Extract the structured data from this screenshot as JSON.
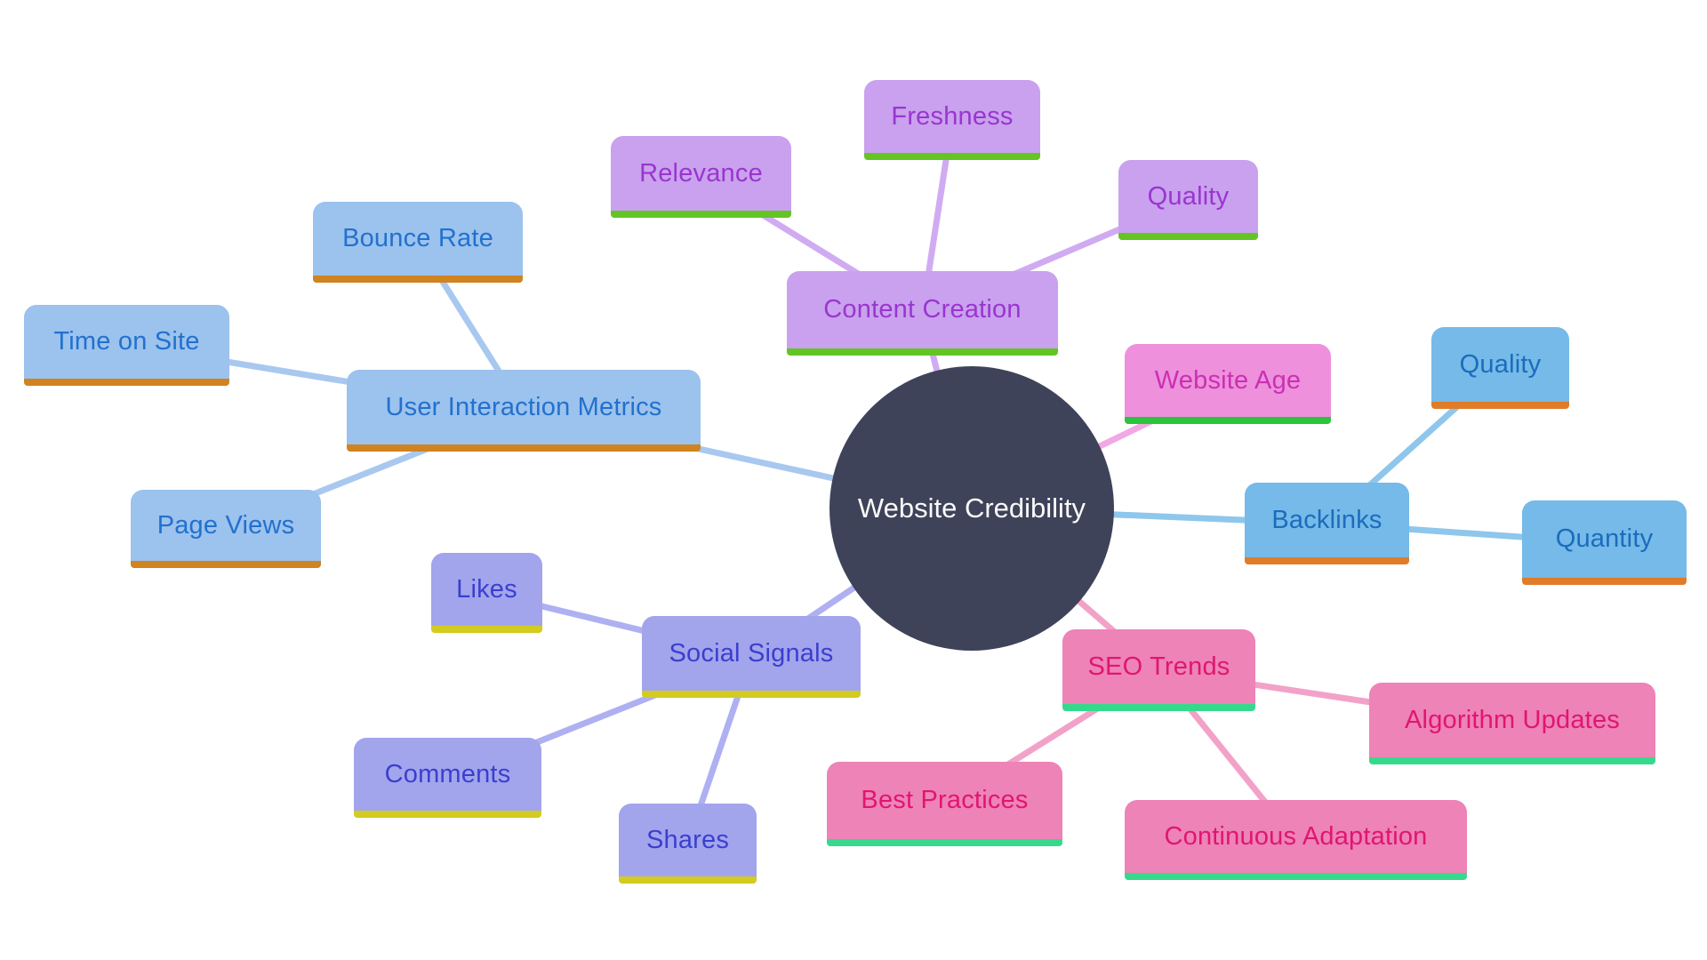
{
  "title": "Website Credibility mind map",
  "center": {
    "id": "center",
    "label": "Website Credibility",
    "fill": "#3e4359",
    "text_color": "#fafafa"
  },
  "groups": {
    "user_interaction": {
      "fill": "#9cc2ee",
      "text": "#2271cd",
      "underline": "#d0831f",
      "line": "#a8c8f0"
    },
    "content": {
      "fill": "#c9a1ee",
      "text": "#9a35cf",
      "underline": "#63c524",
      "line": "#d0abf2"
    },
    "website_age": {
      "fill": "#ee90dc",
      "text": "#cb2fb3",
      "underline": "#2cc43c",
      "line": "#f2a8e4"
    },
    "backlinks": {
      "fill": "#75bae8",
      "text": "#1b6cbd",
      "underline": "#e07b28",
      "line": "#8fc6ec"
    },
    "social": {
      "fill": "#a2a5ec",
      "text": "#3b3fce",
      "underline": "#d3cb20",
      "line": "#aeb0f2"
    },
    "seo": {
      "fill": "#ee83b7",
      "text": "#e01670",
      "underline": "#36d98c",
      "line": "#f2a2c8"
    }
  },
  "nodes": [
    {
      "id": "n0",
      "label": "User Interaction Metrics",
      "group": "user_interaction"
    },
    {
      "id": "n1",
      "label": "Bounce Rate",
      "group": "user_interaction"
    },
    {
      "id": "n2",
      "label": "Time on Site",
      "group": "user_interaction"
    },
    {
      "id": "n3",
      "label": "Page Views",
      "group": "user_interaction"
    },
    {
      "id": "n4",
      "label": "Content Creation",
      "group": "content"
    },
    {
      "id": "n5",
      "label": "Freshness",
      "group": "content"
    },
    {
      "id": "n6",
      "label": "Relevance",
      "group": "content"
    },
    {
      "id": "n7",
      "label": "Quality",
      "group": "content"
    },
    {
      "id": "n8",
      "label": "Website Age",
      "group": "website_age"
    },
    {
      "id": "n9",
      "label": "Backlinks",
      "group": "backlinks"
    },
    {
      "id": "n10",
      "label": "Quality",
      "group": "backlinks"
    },
    {
      "id": "n11",
      "label": "Quantity",
      "group": "backlinks"
    },
    {
      "id": "n12",
      "label": "Social Signals",
      "group": "social"
    },
    {
      "id": "n13",
      "label": "Likes",
      "group": "social"
    },
    {
      "id": "n14",
      "label": "Comments",
      "group": "social"
    },
    {
      "id": "n15",
      "label": "Shares",
      "group": "social"
    },
    {
      "id": "n16",
      "label": "SEO Trends",
      "group": "seo"
    },
    {
      "id": "n17",
      "label": "Algorithm Updates",
      "group": "seo"
    },
    {
      "id": "n18",
      "label": "Best Practices",
      "group": "seo"
    },
    {
      "id": "n19",
      "label": "Continuous Adaptation",
      "group": "seo"
    }
  ],
  "edges": [
    {
      "from": "center",
      "to": "n0",
      "group": "user_interaction"
    },
    {
      "from": "n0",
      "to": "n1",
      "group": "user_interaction"
    },
    {
      "from": "n0",
      "to": "n2",
      "group": "user_interaction"
    },
    {
      "from": "n0",
      "to": "n3",
      "group": "user_interaction"
    },
    {
      "from": "center",
      "to": "n4",
      "group": "content"
    },
    {
      "from": "n4",
      "to": "n5",
      "group": "content"
    },
    {
      "from": "n4",
      "to": "n6",
      "group": "content"
    },
    {
      "from": "n4",
      "to": "n7",
      "group": "content"
    },
    {
      "from": "center",
      "to": "n8",
      "group": "website_age"
    },
    {
      "from": "center",
      "to": "n9",
      "group": "backlinks"
    },
    {
      "from": "n9",
      "to": "n10",
      "group": "backlinks"
    },
    {
      "from": "n9",
      "to": "n11",
      "group": "backlinks"
    },
    {
      "from": "center",
      "to": "n12",
      "group": "social"
    },
    {
      "from": "n12",
      "to": "n13",
      "group": "social"
    },
    {
      "from": "n12",
      "to": "n14",
      "group": "social"
    },
    {
      "from": "n12",
      "to": "n15",
      "group": "social"
    },
    {
      "from": "center",
      "to": "n16",
      "group": "seo"
    },
    {
      "from": "n16",
      "to": "n17",
      "group": "seo"
    },
    {
      "from": "n16",
      "to": "n18",
      "group": "seo"
    },
    {
      "from": "n16",
      "to": "n19",
      "group": "seo"
    }
  ]
}
